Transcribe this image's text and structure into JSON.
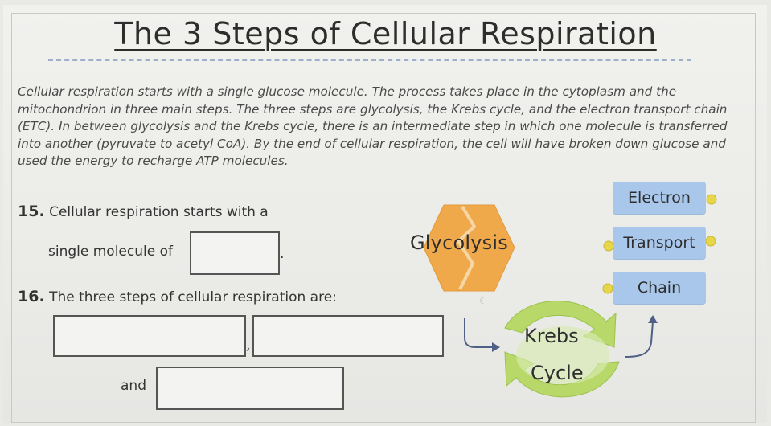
{
  "title": "The 3 Steps of Cellular Respiration",
  "intro": "Cellular respiration starts with a single glucose molecule. The process takes place in the cytoplasm and the mitochondrion in three main steps. The three steps are glycolysis, the Krebs cycle, and the electron transport chain (ETC). In between glycolysis and the Krebs cycle, there is an intermediate step in which one molecule is transferred into another (pyruvate to acetyl CoA). By the end of cellular respiration, the cell will have broken down glucose and used the energy to recharge ATP molecules.",
  "q15": {
    "number": "15.",
    "line1": "Cellular respiration starts with a",
    "line2": "single molecule of",
    "suffix": "."
  },
  "q16": {
    "number": "16.",
    "text": "The three steps of cellular respiration are:",
    "and": "and",
    "comma": ","
  },
  "diagram": {
    "glycolysis": "Glycolysis",
    "etc": [
      "Electron",
      "Transport",
      "Chain"
    ],
    "krebs": [
      "Krebs",
      "Cycle"
    ],
    "colors": {
      "glycolysis": "#f0a94a",
      "etc": "#a9c7ea",
      "krebs": "#b8d96a",
      "dots": "#e6d64a"
    }
  }
}
